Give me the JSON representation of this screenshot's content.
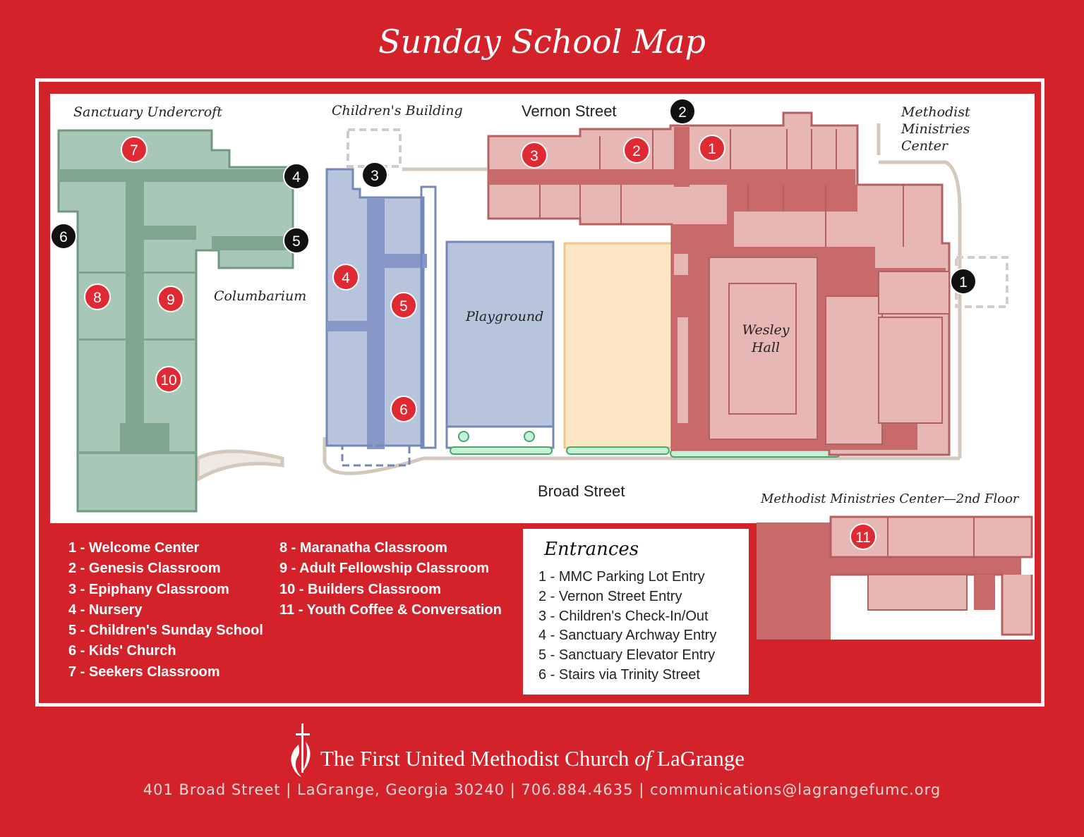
{
  "title": "Sunday School Map",
  "buildings": {
    "sanctuary_undercroft": "Sanctuary Undercroft",
    "childrens_building": "Children's Building",
    "methodist_ministries_center": "Methodist Ministries Center",
    "columbarium": "Columbarium",
    "playground": "Playground",
    "wesley_hall": "Wesley Hall",
    "mmc_2nd_floor": "Methodist Ministries Center—2nd Floor"
  },
  "streets": {
    "vernon": "Vernon Street",
    "broad": "Broad Street"
  },
  "room_markers": [
    "1",
    "2",
    "3",
    "4",
    "5",
    "6",
    "7",
    "8",
    "9",
    "10",
    "11"
  ],
  "entrance_markers": [
    "1",
    "2",
    "3",
    "4",
    "5",
    "6"
  ],
  "classrooms": [
    "1 -  Welcome Center",
    "2 - Genesis Classroom",
    "3 - Epiphany Classroom",
    "4 - Nursery",
    "5 - Children's Sunday School",
    "6 - Kids' Church",
    "7 - Seekers Classroom",
    "8 -  Maranatha Classroom",
    "9 -  Adult Fellowship Classroom",
    "10 - Builders Classroom",
    "11 - Youth Coffee & Conversation"
  ],
  "entrances": {
    "heading": "Entrances",
    "items": [
      "1 -  MMC Parking Lot Entry",
      "2 - Vernon Street Entry",
      "3 - Children's Check-In/Out",
      "4 - Sanctuary Archway Entry",
      "5 - Sanctuary Elevator Entry",
      "6 - Stairs via Trinity Street"
    ]
  },
  "footer": {
    "name_pre": "The First United Methodist Church ",
    "name_of": "of",
    "name_post": " LaGrange",
    "info": "401 Broad Street | LaGrange, Georgia 30240 | 706.884.4635 | communications@lagrangefumc.org"
  },
  "colors": {
    "background": "#d4222b",
    "sanctuary": "#a9c7b6",
    "childrens": "#b8c3dc",
    "main_building": "#e6b7b5",
    "main_hall": "#c96a6a",
    "marker_red": "#e02a33",
    "marker_black": "#111111"
  }
}
